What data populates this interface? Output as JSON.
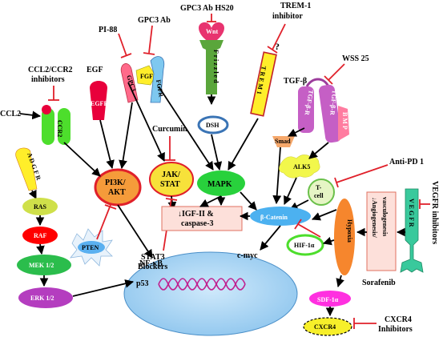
{
  "labels": {
    "gpc3_ab_hs20": "GPC3 Ab HS20",
    "pi88": "PI-88",
    "gpc3_ab": "GPC3 Ab",
    "trem1_inhibitor": "TREM-1 inhibitor",
    "question": "?",
    "wss25": "WSS 25",
    "tgf_beta": "TGF-β",
    "ccl2_inhibitors": "CCL2/CCR2 inhibitors",
    "ccl2": "CCL2",
    "egf": "EGF",
    "curcumin": "Curcumin",
    "anti_pd1": "Anti-PD 1",
    "vegfr_inhibitors": "VEGFR inhibitors",
    "stat3_blockers": "STAT3 Blockers",
    "sorafenib": "Sorafenib",
    "cxcr4_inhibitors": "CXCR4 Inhibitors",
    "nfkb": "NF-κB",
    "cmyc": "c-myc",
    "p53": "p53"
  },
  "nodes": {
    "wnt": "Wnt",
    "frizzled": "F r i z z l e d",
    "dsh": "DSH",
    "trem1": "T R E M 1",
    "gpc3": "GPC3",
    "fgf": "FGF",
    "fgfr": "FGFR",
    "egfr": "EGFR",
    "ccr2": "CCR2",
    "tgfbr1": "TGF-β-R",
    "tgfbr2": "TGF-β-R",
    "bmp": "B M P",
    "smad": "Smad",
    "alk5": "ALK5",
    "adgfr": "A D G F R",
    "ras": "RAS",
    "raf": "RAF",
    "mek": "MEK 1/2",
    "erk": "ERK 1/2",
    "pi3k": "PI3K/ AKT",
    "jak": "JAK/ STAT",
    "mapk": "MAPK",
    "igf": "↓IGF-II & caspase-3",
    "pten": "PTEN",
    "bcatenin": "β-Catenin",
    "tcell": "T- cell",
    "hif": "HIF-1α",
    "hypoxia": "Hypoxia",
    "angio": "↓Angiogenesis/ vasculogenesis",
    "vegfr": "V E G F R",
    "sdf": "SDF-1α",
    "cxcr4": "CXCR4"
  },
  "colors": {
    "wnt": "#e8336f",
    "frizzled": "#5aa63b",
    "trem1": "#ffee2a",
    "gpc3": "#ff6a8a",
    "fgf": "#ffee2a",
    "fgfr": "#7ec8ef",
    "egfr": "#e8003b",
    "ccr2": "#4dde2c",
    "tgfbr": "#c55fc5",
    "smad": "#f6a86b",
    "alk5": "#f2f74b",
    "ras": "#cfe04a",
    "raf": "#ff0000",
    "mek": "#2bbd4c",
    "erk": "#b43dbf",
    "pi3k": "#f59b3a",
    "jak": "#f7e13a",
    "mapk": "#28d13c",
    "bcatenin": "#4cb1f0",
    "hypoxia": "#f6862d",
    "sdf": "#ff30e0",
    "cxcr4": "#f7ef2a",
    "vegfr": "#39c99c",
    "nucleus": "#a7d4f3",
    "dna": "#c0208f",
    "inhibit": "#e0202a"
  }
}
